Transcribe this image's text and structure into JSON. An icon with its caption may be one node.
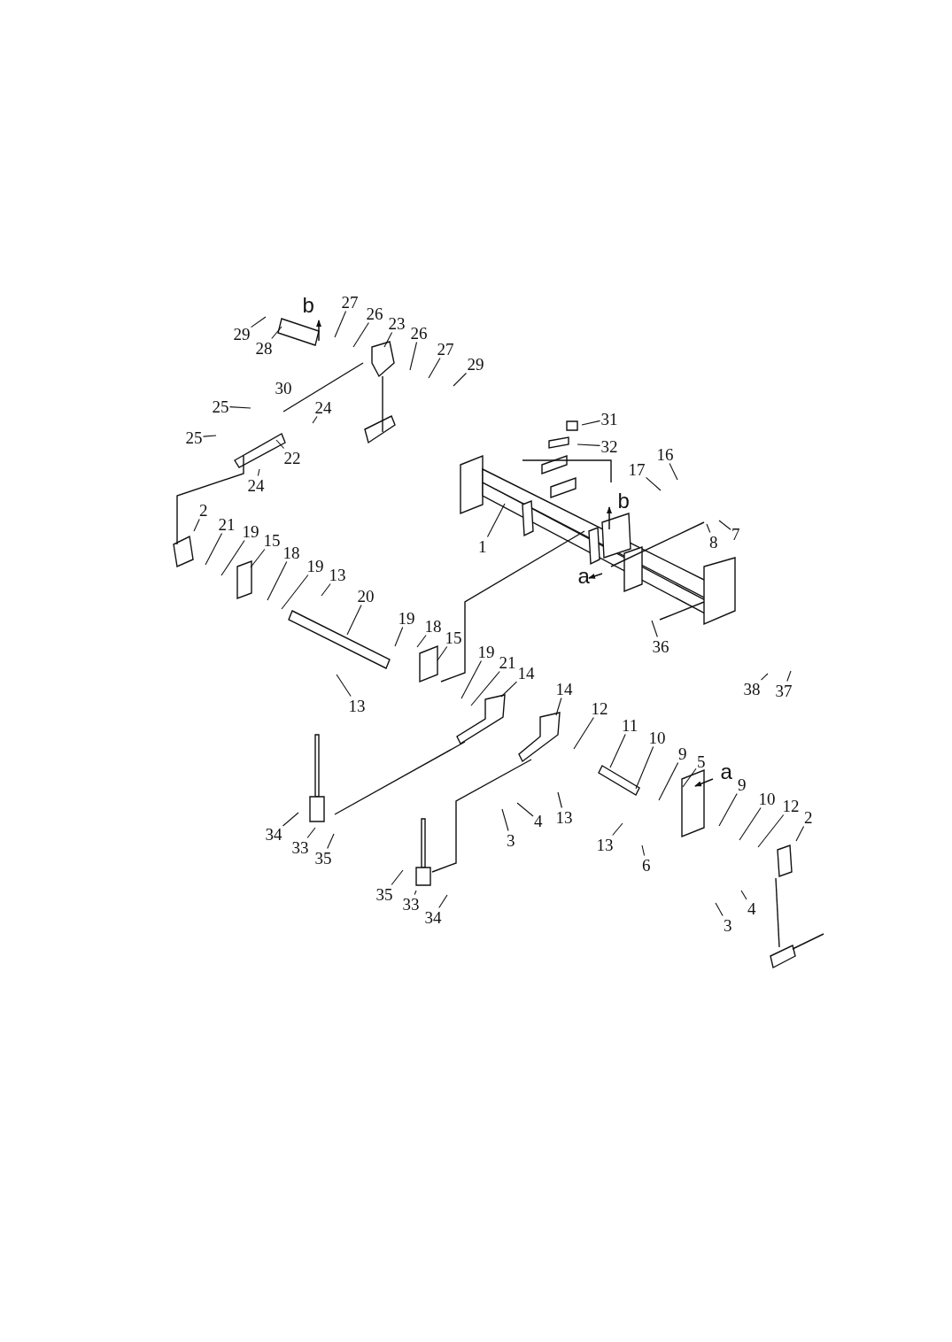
{
  "diagram": {
    "nodes": [
      {
        "text": [
          "29"
        ]
      },
      {
        "text": [
          "28"
        ]
      },
      {
        "text": [
          "27"
        ]
      },
      {
        "text": [
          "26"
        ]
      },
      {
        "text": [
          "23"
        ]
      },
      {
        "text": [
          "26"
        ]
      },
      {
        "text": [
          "27"
        ]
      },
      {
        "text": [
          "29"
        ]
      },
      {
        "text": [
          "25"
        ]
      },
      {
        "text": [
          "25"
        ]
      },
      {
        "text": [
          "24"
        ]
      },
      {
        "text": [
          "22"
        ]
      },
      {
        "text": [
          "24"
        ]
      },
      {
        "text": [
          "2"
        ]
      },
      {
        "text": [
          "21"
        ]
      },
      {
        "text": [
          "19"
        ]
      },
      {
        "text": [
          "15"
        ]
      },
      {
        "text": [
          "18"
        ]
      },
      {
        "text": [
          "19"
        ]
      },
      {
        "text": [
          "13"
        ]
      },
      {
        "text": [
          "20"
        ]
      },
      {
        "text": [
          "19"
        ]
      },
      {
        "text": [
          "18"
        ]
      },
      {
        "text": [
          "15"
        ]
      },
      {
        "text": [
          "19"
        ]
      },
      {
        "text": [
          "21"
        ]
      },
      {
        "text": [
          "14"
        ]
      },
      {
        "text": [
          "13"
        ]
      },
      {
        "text": [
          "1"
        ]
      },
      {
        "text": [
          "31"
        ]
      },
      {
        "text": [
          "32"
        ]
      },
      {
        "text": [
          "17"
        ]
      },
      {
        "text": [
          "16"
        ]
      },
      {
        "text": [
          "7"
        ]
      },
      {
        "text": [
          "8"
        ]
      },
      {
        "text": [
          "36"
        ]
      },
      {
        "text": [
          "38"
        ]
      },
      {
        "text": [
          "37"
        ]
      },
      {
        "text": [
          "14"
        ]
      },
      {
        "text": [
          "12"
        ]
      },
      {
        "text": [
          "11"
        ]
      },
      {
        "text": [
          "10"
        ]
      },
      {
        "text": [
          "9"
        ]
      },
      {
        "text": [
          "5"
        ]
      },
      {
        "text": [
          "9"
        ]
      },
      {
        "text": [
          "10"
        ]
      },
      {
        "text": [
          "12"
        ]
      },
      {
        "text": [
          "2"
        ]
      },
      {
        "text": [
          "34"
        ]
      },
      {
        "text": [
          "33"
        ]
      },
      {
        "text": [
          "35"
        ]
      },
      {
        "text": [
          "4"
        ]
      },
      {
        "text": [
          "3"
        ]
      },
      {
        "text": [
          "13"
        ]
      },
      {
        "text": [
          "13"
        ]
      },
      {
        "text": [
          "6"
        ]
      },
      {
        "text": [
          "35"
        ]
      },
      {
        "text": [
          "33"
        ]
      },
      {
        "text": [
          "34"
        ]
      },
      {
        "text": [
          "3"
        ]
      },
      {
        "text": [
          "4"
        ]
      }
    ],
    "edges": [
      {
        "from": 0,
        "to": null,
        "arrow": "none"
      },
      {
        "from": 1,
        "to": null,
        "arrow": "none"
      },
      {
        "from": 2,
        "to": null,
        "arrow": "none"
      },
      {
        "from": 3,
        "to": null,
        "arrow": "none"
      },
      {
        "from": 4,
        "to": null,
        "arrow": "none"
      },
      {
        "from": 5,
        "to": null,
        "arrow": "none"
      },
      {
        "from": 6,
        "to": null,
        "arrow": "none"
      },
      {
        "from": 7,
        "to": null,
        "arrow": "none"
      },
      {
        "from": 8,
        "to": null,
        "arrow": "none"
      },
      {
        "from": 9,
        "to": null,
        "arrow": "none"
      },
      {
        "from": 10,
        "to": null,
        "arrow": "none"
      },
      {
        "from": 11,
        "to": null,
        "arrow": "none"
      },
      {
        "from": 12,
        "to": null,
        "arrow": "none"
      },
      {
        "from": 13,
        "to": null,
        "arrow": "none"
      },
      {
        "from": 14,
        "to": null,
        "arrow": "none"
      },
      {
        "from": 15,
        "to": null,
        "arrow": "none"
      },
      {
        "from": 16,
        "to": null,
        "arrow": "none"
      },
      {
        "from": 17,
        "to": null,
        "arrow": "none"
      },
      {
        "from": 18,
        "to": null,
        "arrow": "none"
      },
      {
        "from": 19,
        "to": null,
        "arrow": "none"
      },
      {
        "from": 20,
        "to": null,
        "arrow": "none"
      },
      {
        "from": 21,
        "to": null,
        "arrow": "none"
      },
      {
        "from": 22,
        "to": null,
        "arrow": "none"
      },
      {
        "from": 23,
        "to": null,
        "arrow": "none"
      },
      {
        "from": 24,
        "to": null,
        "arrow": "none"
      },
      {
        "from": 25,
        "to": null,
        "arrow": "none"
      },
      {
        "from": 26,
        "to": null,
        "arrow": "none"
      },
      {
        "from": 27,
        "to": null,
        "arrow": "none"
      },
      {
        "from": 28,
        "to": null,
        "arrow": "none"
      },
      {
        "from": 29,
        "to": null,
        "arrow": "none"
      },
      {
        "from": 30,
        "to": null,
        "arrow": "none"
      },
      {
        "from": 31,
        "to": null,
        "arrow": "none"
      },
      {
        "from": 32,
        "to": null,
        "arrow": "none"
      },
      {
        "from": 33,
        "to": null,
        "arrow": "none"
      },
      {
        "from": 34,
        "to": null,
        "arrow": "none"
      },
      {
        "from": 35,
        "to": null,
        "arrow": "none"
      },
      {
        "from": 36,
        "to": null,
        "arrow": "none"
      },
      {
        "from": 37,
        "to": null,
        "arrow": "none"
      },
      {
        "from": 38,
        "to": null,
        "arrow": "none"
      },
      {
        "from": 39,
        "to": null,
        "arrow": "none"
      },
      {
        "from": 40,
        "to": null,
        "arrow": "none"
      },
      {
        "from": 41,
        "to": null,
        "arrow": "none"
      },
      {
        "from": 42,
        "to": null,
        "arrow": "none"
      },
      {
        "from": 43,
        "to": null,
        "arrow": "none"
      },
      {
        "from": 44,
        "to": null,
        "arrow": "none"
      },
      {
        "from": 45,
        "to": null,
        "arrow": "none"
      },
      {
        "from": 46,
        "to": null,
        "arrow": "none"
      },
      {
        "from": 47,
        "to": null,
        "arrow": "none"
      },
      {
        "from": 48,
        "to": null,
        "arrow": "none"
      },
      {
        "from": 49,
        "to": null,
        "arrow": "none"
      },
      {
        "from": 50,
        "to": null,
        "arrow": "none"
      },
      {
        "from": 51,
        "to": null,
        "arrow": "none"
      },
      {
        "from": 52,
        "to": null,
        "arrow": "none"
      },
      {
        "from": 53,
        "to": null,
        "arrow": "none"
      },
      {
        "from": 54,
        "to": null,
        "arrow": "none"
      },
      {
        "from": 55,
        "to": null,
        "arrow": "none"
      },
      {
        "from": 56,
        "to": null,
        "arrow": "none"
      },
      {
        "from": 57,
        "to": null,
        "arrow": "none"
      },
      {
        "from": 58,
        "to": null,
        "arrow": "none"
      },
      {
        "from": 59,
        "to": null,
        "arrow": "none"
      },
      {
        "from": 60,
        "to": null,
        "arrow": "none"
      }
    ],
    "labels": [
      "b",
      "30",
      "b",
      "a",
      "a"
    ]
  }
}
